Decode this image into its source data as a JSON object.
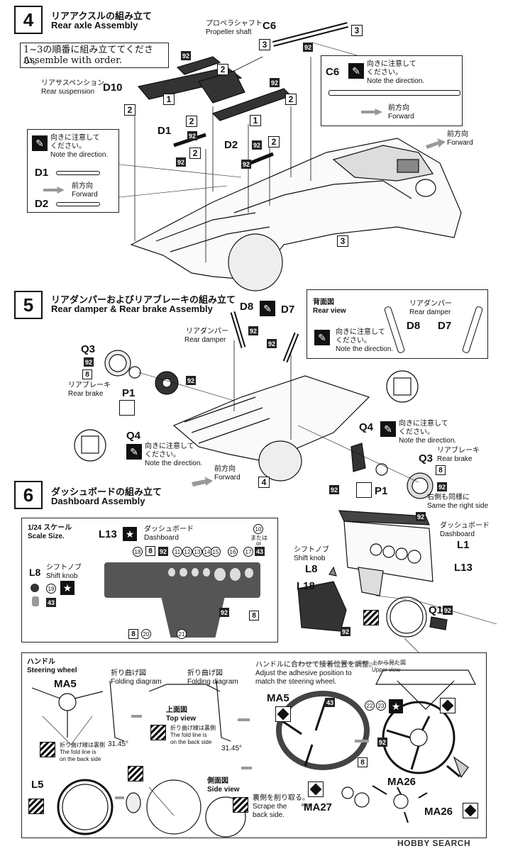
{
  "step4": {
    "number": "4",
    "title_jp": "リアアクスルの組み立て",
    "title_en": "Rear axle Assembly",
    "order_jp": "1~3の順番に組み立ててください。",
    "order_en": "Assemble with order.",
    "c6_jp": "プロペラシャフト",
    "c6_en": "Propeller shaft",
    "c6": "C6",
    "d10_jp": "リアサスペンション",
    "d10_en": "Rear suspension",
    "d10": "D10",
    "d1": "D1",
    "d2": "D2",
    "note_jp": "向きに注意して",
    "note_jp2": "ください。",
    "note_en": "Note the direction.",
    "forward_jp": "前方向",
    "forward_en": "Forward",
    "step3": "3",
    "step2": "2",
    "step1": "1",
    "part92": "92",
    "ref3": "3"
  },
  "step5": {
    "number": "5",
    "title_jp": "リアダンパーおよびリアブレーキの組み立て",
    "title_en": "Rear damper & Rear brake Assembly",
    "d8": "D8",
    "d7": "D7",
    "damper_jp": "リアダンパー",
    "damper_en": "Rear damper",
    "rearview_jp": "背面図",
    "rearview_en": "Rear view",
    "q3": "Q3",
    "q4": "Q4",
    "p1": "P1",
    "brake_jp": "リアブレーキ",
    "brake_en": "Rear brake",
    "part8": "8",
    "part92": "92",
    "note_jp": "向きに注意して",
    "note_jp2": "ください。",
    "note_en": "Note the direction.",
    "forward_jp": "前方向",
    "forward_en": "Forward",
    "ref4": "4",
    "same_jp": "右側も同様に",
    "same_en": "Same the right side"
  },
  "step6": {
    "number": "6",
    "title_jp": "ダッシュボードの組み立て",
    "title_en": "Dashboard Assembly",
    "scale_jp": "1/24 スケール",
    "scale_en": "Scale Size.",
    "l13": "L13",
    "dash_jp": "ダッシュボード",
    "dash_en": "Dashboard",
    "l1": "L1",
    "l8": "L8",
    "knob_jp": "シフトノブ",
    "knob_en": "Shift knob",
    "l18": "L18",
    "q1": "Q1",
    "or_jp": "または",
    "or_en": "or",
    "nums": [
      "18",
      "8",
      "92",
      "11",
      "12",
      "13",
      "14",
      "15",
      "16",
      "17",
      "43",
      "10",
      "19",
      "43",
      "8",
      "20",
      "21",
      "92",
      "8",
      "92"
    ]
  },
  "steering": {
    "title_jp": "ハンドル",
    "title_en": "Steering wheel",
    "ma5": "MA5",
    "fold_jp": "折り曲げ図",
    "fold_en": "Folding diagram",
    "top_jp": "上面図",
    "top_en": "Top view",
    "foldline_jp": "折り曲げ線は裏側",
    "foldline_en1": "The fold line is",
    "foldline_en2": "on the back side",
    "angle": "31.45°",
    "adjust_jp": "ハンドルに合わせて接着位置を調整。",
    "adjust_en1": "Adjust the adhesive position to",
    "adjust_en2": "match the steering wheel.",
    "upper_jp": "上から見た図",
    "upper_en": "Upper view",
    "l5": "L5",
    "side_jp": "側面図",
    "side_en": "Side view",
    "scrape_jp": "裏側を削り取る。",
    "scrape_en1": "Scrape the",
    "scrape_en2": "back side.",
    "ma26": "MA26",
    "ma27": "MA27",
    "p43": "43",
    "p8": "8",
    "p22": "22",
    "p23": "23",
    "p92": "92"
  },
  "watermark": "HOBBY SEARCH"
}
